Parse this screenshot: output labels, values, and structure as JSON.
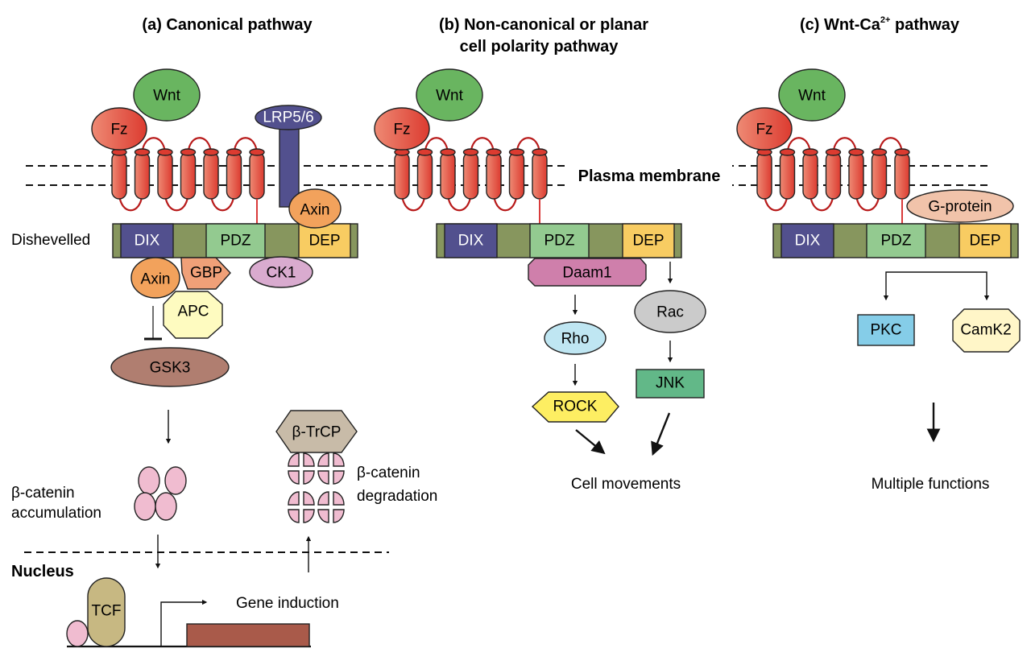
{
  "titles": {
    "a": "(a) Canonical pathway",
    "b_line1": "(b) Non-canonical or planar",
    "b_line2": "cell polarity pathway",
    "c_prefix": "(c) Wnt-Ca",
    "c_sup": "2+",
    "c_suffix": " pathway"
  },
  "membrane_label": "Plasma membrane",
  "dishevelled_label": "Dishevelled",
  "nucleus_label": "Nucleus",
  "receptor": {
    "wnt": "Wnt",
    "fz": "Fz"
  },
  "dvl_domains": {
    "dix": "DIX",
    "pdz": "PDZ",
    "dep": "DEP"
  },
  "canonical": {
    "lrp": "LRP5/6",
    "axin_top": "Axin",
    "axin": "Axin",
    "gbp": "GBP",
    "ck1": "CK1",
    "apc": "APC",
    "gsk3": "GSK3",
    "btrcp": "β-TrCP",
    "accum_line1": "β-catenin",
    "accum_line2": "accumulation",
    "degr_line1": "β-catenin",
    "degr_line2": "degradation",
    "tcf": "TCF",
    "gene_induction": "Gene induction"
  },
  "noncanonical": {
    "daam1": "Daam1",
    "rac": "Rac",
    "rho": "Rho",
    "jnk": "JNK",
    "rock": "ROCK",
    "outcome": "Cell movements"
  },
  "calcium": {
    "gprotein": "G-protein",
    "pkc": "PKC",
    "camk2": "CamK2",
    "outcome": "Multiple functions"
  },
  "colors": {
    "wnt": "#69b560",
    "fz_light": "#ee8a74",
    "fz_dark": "#dc3b30",
    "lrp": "#52508e",
    "dix": "#52508e",
    "pdz": "#93ca90",
    "dep": "#f8cc62",
    "dvl_linker": "#87965e",
    "axin": "#f2a25c",
    "gbp": "#f0a078",
    "ck1": "#d9abcf",
    "apc": "#fefbc0",
    "gsk3": "#b07e70",
    "catenin": "#f0bcd0",
    "btrcp": "#c8bba8",
    "tcf": "#c7b882",
    "gene": "#a95a4a",
    "daam1": "#cf7fab",
    "rac": "#cbcbcb",
    "rho": "#bfe6f2",
    "jnk": "#62b888",
    "rock": "#fdee62",
    "gprotein": "#f1c3aa",
    "pkc": "#85cde8",
    "camk2": "#fff6c8"
  }
}
